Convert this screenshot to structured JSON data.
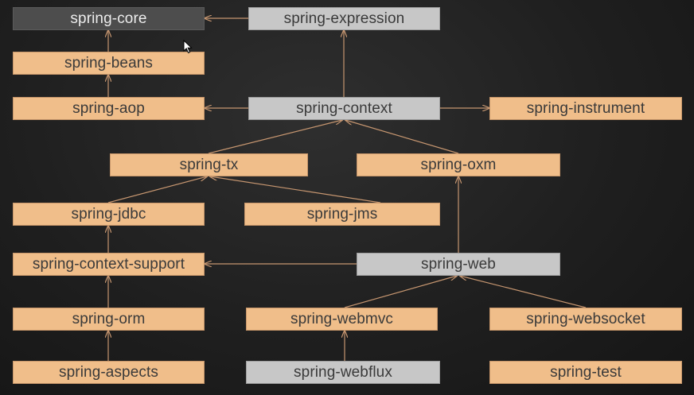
{
  "diagram": {
    "nodes": [
      {
        "id": "core",
        "label": "spring-core",
        "style": "dark"
      },
      {
        "id": "expression",
        "label": "spring-expression",
        "style": "gray"
      },
      {
        "id": "beans",
        "label": "spring-beans",
        "style": "orange"
      },
      {
        "id": "aop",
        "label": "spring-aop",
        "style": "orange"
      },
      {
        "id": "context",
        "label": "spring-context",
        "style": "gray"
      },
      {
        "id": "instrument",
        "label": "spring-instrument",
        "style": "orange"
      },
      {
        "id": "tx",
        "label": "spring-tx",
        "style": "orange"
      },
      {
        "id": "oxm",
        "label": "spring-oxm",
        "style": "orange"
      },
      {
        "id": "jdbc",
        "label": "spring-jdbc",
        "style": "orange"
      },
      {
        "id": "jms",
        "label": "spring-jms",
        "style": "orange"
      },
      {
        "id": "context_support",
        "label": "spring-context-support",
        "style": "orange"
      },
      {
        "id": "web",
        "label": "spring-web",
        "style": "gray"
      },
      {
        "id": "orm",
        "label": "spring-orm",
        "style": "orange"
      },
      {
        "id": "webmvc",
        "label": "spring-webmvc",
        "style": "orange"
      },
      {
        "id": "websocket",
        "label": "spring-websocket",
        "style": "orange"
      },
      {
        "id": "aspects",
        "label": "spring-aspects",
        "style": "orange"
      },
      {
        "id": "webflux",
        "label": "spring-webflux",
        "style": "gray"
      },
      {
        "id": "test",
        "label": "spring-test",
        "style": "orange"
      }
    ],
    "edges": [
      {
        "from": "expression",
        "to": "core"
      },
      {
        "from": "beans",
        "to": "core"
      },
      {
        "from": "aop",
        "to": "beans"
      },
      {
        "from": "context",
        "to": "aop"
      },
      {
        "from": "context",
        "to": "expression"
      },
      {
        "from": "context",
        "to": "instrument"
      },
      {
        "from": "tx",
        "to": "context"
      },
      {
        "from": "oxm",
        "to": "context"
      },
      {
        "from": "jdbc",
        "to": "tx"
      },
      {
        "from": "jms",
        "to": "tx"
      },
      {
        "from": "context_support",
        "to": "jdbc"
      },
      {
        "from": "web",
        "to": "context_support"
      },
      {
        "from": "web",
        "to": "oxm"
      },
      {
        "from": "orm",
        "to": "context_support"
      },
      {
        "from": "webmvc",
        "to": "web"
      },
      {
        "from": "websocket",
        "to": "web"
      },
      {
        "from": "aspects",
        "to": "orm"
      },
      {
        "from": "webflux",
        "to": "webmvc"
      }
    ],
    "colors": {
      "orange": "#f0be8a",
      "gray": "#c7c7c7",
      "dark": "#4d4d4d",
      "edge": "#c69670"
    }
  }
}
